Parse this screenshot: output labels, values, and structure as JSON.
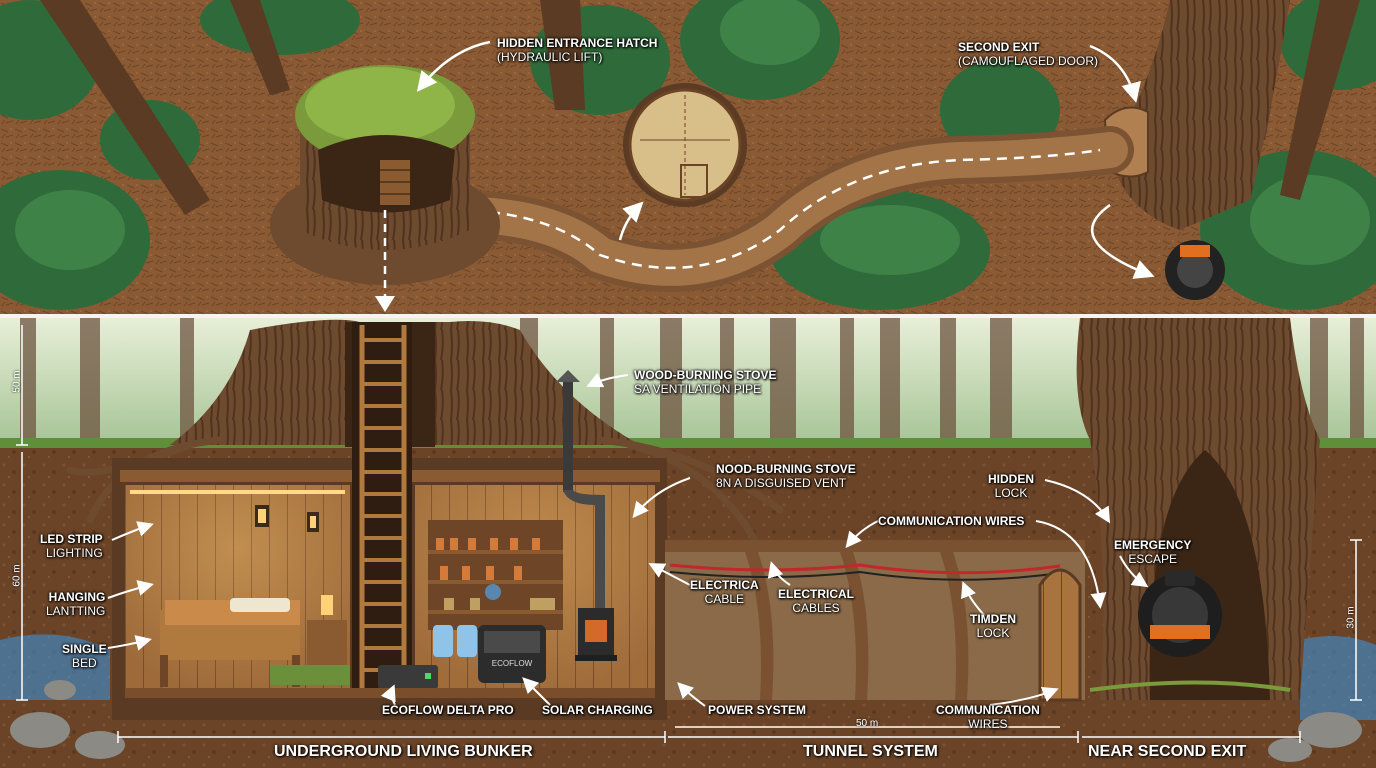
{
  "labels": {
    "hatch_title": "HIDDEN ENTRANCE HATCH",
    "hatch_sub": "(HYDRAULIC LIFT)",
    "second_exit_title": "SECOND EXIT",
    "second_exit_sub": "(CAMOUFLAGED DOOR)",
    "stove_top_1": "WOOD-BURNING STOVE",
    "stove_top_2": "SA VENTILATION PIPE",
    "stove_vent_1": "NOOD-BURNING STOVE",
    "stove_vent_2": "8N A DISGUISED VENT",
    "hidden_lock_1": "HIDDEN",
    "hidden_lock_2": "LOCK",
    "comm_wires_top": "COMMUNICATION WIRES",
    "led_1": "LED STRIP",
    "led_2": "LIGHTING",
    "hanging_1": "HANGING",
    "hanging_2": "LANTTING",
    "bed_1": "SINGLE",
    "bed_2": "BED",
    "electrica_1": "ELECTRICA",
    "electrica_2": "CABLE",
    "electrical_1": "ELECTRICAL",
    "electrical_2": "CABLES",
    "timden_1": "TIMDEN",
    "timden_2": "LOCK",
    "escape_1": "EMERGENCY",
    "escape_2": "ESCAPE",
    "ecoflow": "ECOFLOW DELTA PRO",
    "solar": "SOLAR CHARGING",
    "power": "POWER SYSTEM",
    "comm_wires_bottom_1": "COMMUNICATION",
    "comm_wires_bottom_2": "WIRES",
    "powerstation_brand": "ECOFLOW"
  },
  "dimensions": {
    "left_upper": "50 m",
    "left_lower": "60 m",
    "right": "30 m",
    "tunnel": "50 m"
  },
  "sections": {
    "bunker": "UNDERGROUND LIVING BUNKER",
    "tunnel": "TUNNEL SYSTEM",
    "exit": "NEAR SECOND EXIT"
  },
  "colors": {
    "forest_floor": "#8a5a34",
    "pine": "#2f6b3a",
    "soil": "#6b4428",
    "wood": "#a8733f",
    "water": "#3a8fd6",
    "cable": "#c0282a"
  }
}
